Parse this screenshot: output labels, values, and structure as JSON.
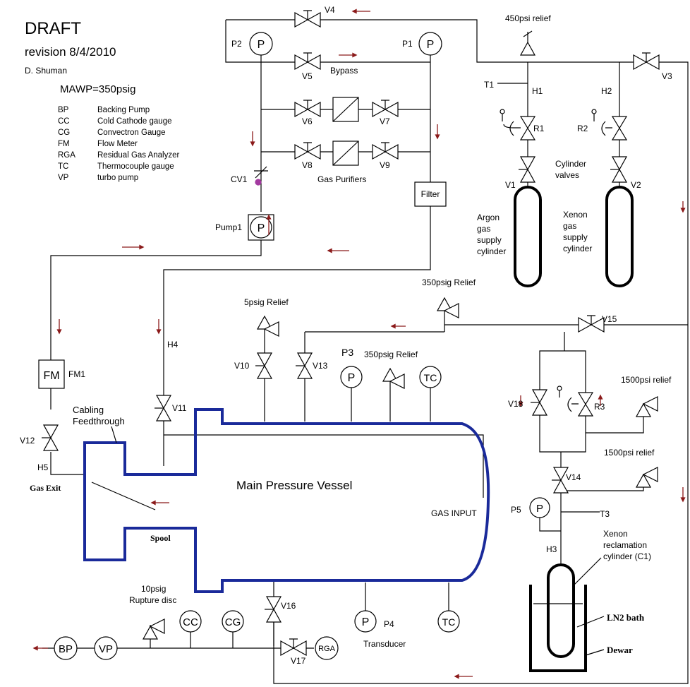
{
  "header": {
    "title": "DRAFT",
    "revision": "revision 8/4/2010",
    "author": "D. Shuman",
    "mawp": "MAWP=350psig"
  },
  "legend": [
    {
      "abbr": "BP",
      "desc": "Backing Pump"
    },
    {
      "abbr": "CC",
      "desc": "Cold Cathode gauge"
    },
    {
      "abbr": "CG",
      "desc": "Convectron Gauge"
    },
    {
      "abbr": "FM",
      "desc": "Flow Meter"
    },
    {
      "abbr": "RGA",
      "desc": "Residual Gas Analyzer"
    },
    {
      "abbr": "TC",
      "desc": "Thermocouple gauge"
    },
    {
      "abbr": "VP",
      "desc": "turbo pump"
    }
  ],
  "gauges": {
    "p": "P",
    "tc": "TC",
    "cc": "CC",
    "cg": "CG",
    "bp": "BP",
    "vp": "VP",
    "rga": "RGA",
    "fm": "FM",
    "filter": "Filter"
  },
  "labels": {
    "v1": "V1",
    "v2": "V2",
    "v3": "V3",
    "v4": "V4",
    "v5": "V5",
    "v6": "V6",
    "v7": "V7",
    "v8": "V8",
    "v9": "V9",
    "v10": "V10",
    "v11": "V11",
    "v12": "V12",
    "v13": "V13",
    "v14": "V14",
    "v15": "V15",
    "v16": "V16",
    "v17": "V17",
    "v18": "V18",
    "p1": "P1",
    "p2": "P2",
    "p3": "P3",
    "p4": "P4",
    "p5": "P5",
    "r1": "R1",
    "r2": "R2",
    "r3": "R3",
    "h1": "H1",
    "h2": "H2",
    "h3": "H3",
    "h4": "H4",
    "h5": "H5",
    "t1": "T1",
    "t3": "T3",
    "cv1": "CV1",
    "pump1": "Pump1",
    "fm1": "FM1",
    "bypass": "Bypass",
    "gas_purifiers": "Gas Purifiers",
    "relief_450": "450psi relief",
    "relief_350_top": "350psig Relief",
    "relief_5": "5psig Relief",
    "relief_350_mid": "350psig Relief",
    "relief_1500_a": "1500psi relief",
    "relief_1500_b": "1500psi relief",
    "rupture_1": "10psig",
    "rupture_2": "Rupture disc",
    "cylinder_valves_1": "Cylinder",
    "cylinder_valves_2": "valves",
    "argon_1": "Argon",
    "argon_2": "gas",
    "argon_3": "supply",
    "argon_4": "cylinder",
    "xenon_1": "Xenon",
    "xenon_2": "gas",
    "xenon_3": "supply",
    "xenon_4": "cylinder",
    "cabling_1": "Cabling",
    "cabling_2": "Feedthrough",
    "gas_exit": "Gas Exit",
    "spool": "Spool",
    "main_vessel": "Main Pressure Vessel",
    "gas_input": "GAS INPUT",
    "transducer": "Transducer",
    "xr_1": "Xenon",
    "xr_2": "reclamation",
    "xr_3": "cylinder (C1)",
    "ln2": "LN2 bath",
    "dewar": "Dewar"
  }
}
